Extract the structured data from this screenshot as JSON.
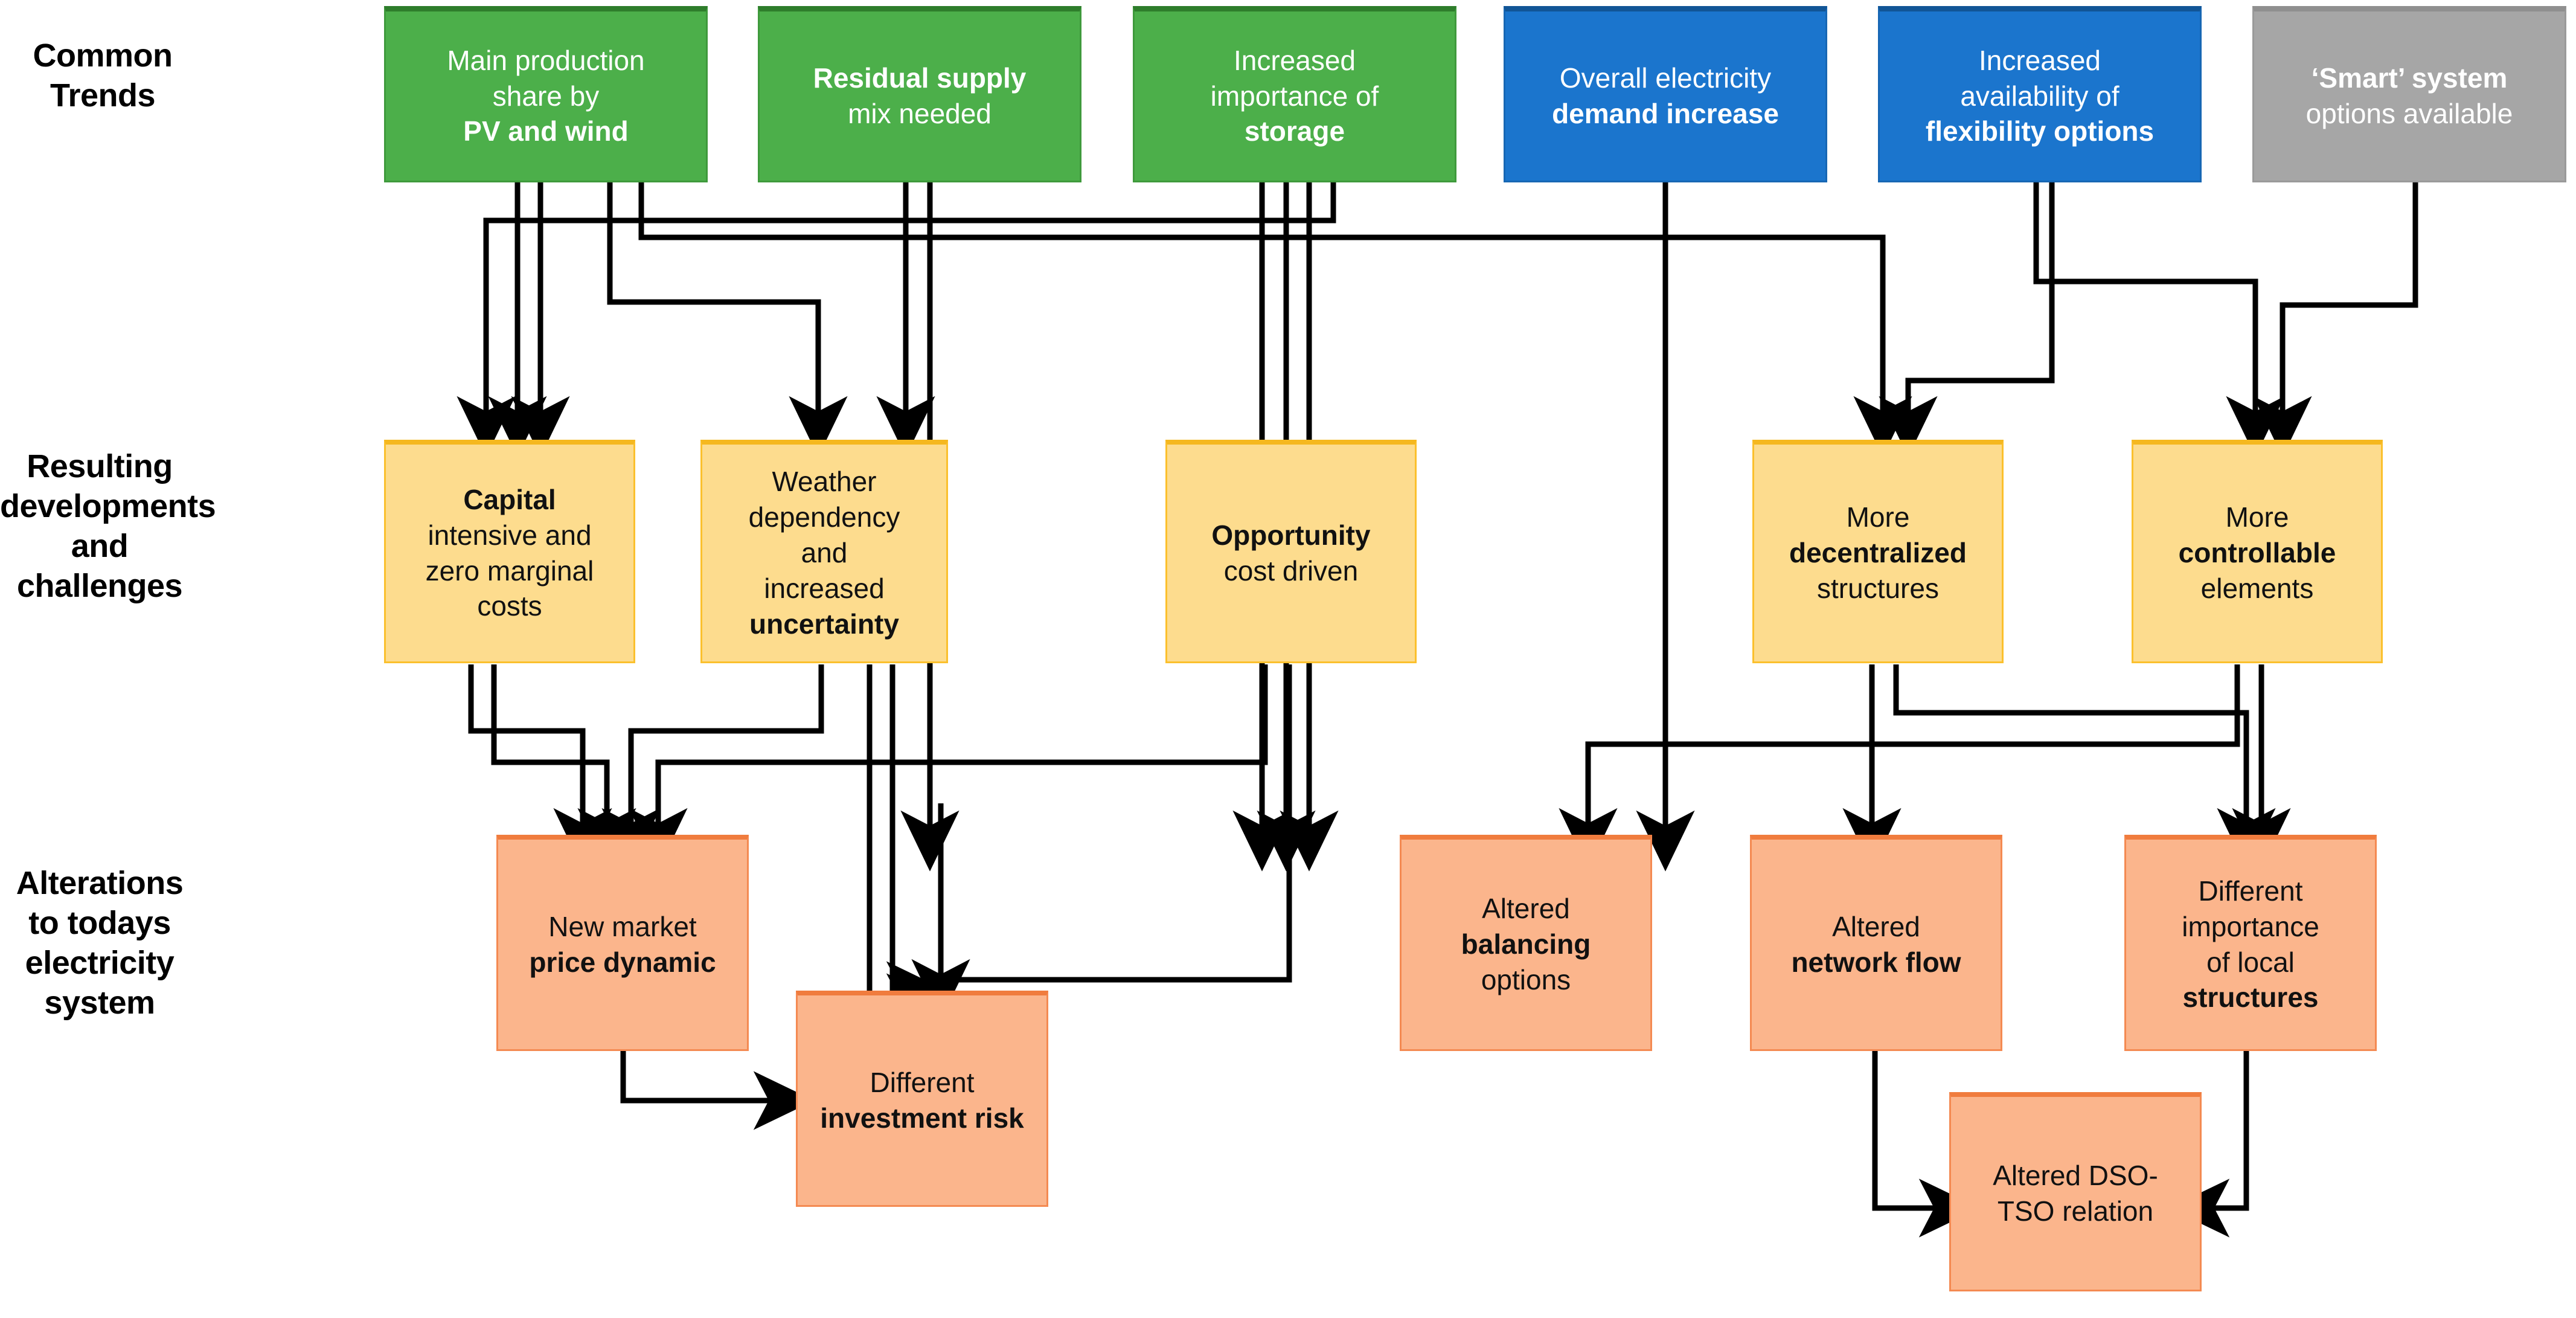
{
  "diagram": {
    "title": "Common trends, resulting developments and alterations to todays electricity system",
    "colors": {
      "green": "#4CAF4A",
      "blue": "#1B75CD",
      "gray": "#A6A6A6",
      "yellow": "#FDDC8E",
      "salmon": "#FBB58C",
      "connector": "#000000",
      "background": "#FFFFFF"
    },
    "row_labels": [
      {
        "id": "row-label-common-trends",
        "text": "Common\nTrends"
      },
      {
        "id": "row-label-resulting-developments",
        "text": "Resulting\ndevelopments\nand\nchallenges"
      },
      {
        "id": "row-label-alterations",
        "text": "Alterations\nto todays\nelectricity\nsystem"
      }
    ],
    "rows": [
      {
        "id": "row-common-trends",
        "label": "Common Trends",
        "nodes": [
          {
            "id": "node-main-production-share",
            "color": "green",
            "lines": [
              {
                "text": "Main production",
                "bold": false
              },
              {
                "text": "share by",
                "bold": false
              },
              {
                "text": "PV and wind",
                "bold": true
              }
            ]
          },
          {
            "id": "node-residual-supply-mix",
            "color": "green",
            "lines": [
              {
                "text": "Residual supply",
                "bold": true
              },
              {
                "text": "mix needed",
                "bold": false
              }
            ]
          },
          {
            "id": "node-increased-importance-storage",
            "color": "green",
            "lines": [
              {
                "text": "Increased",
                "bold": false
              },
              {
                "text": "importance of",
                "bold": false
              },
              {
                "text": "storage",
                "bold": true
              }
            ]
          },
          {
            "id": "node-overall-electricity-demand",
            "color": "blue",
            "lines": [
              {
                "text": "Overall electricity",
                "bold": false
              },
              {
                "text": "demand increase",
                "bold": true
              }
            ]
          },
          {
            "id": "node-increased-flexibility-options",
            "color": "blue",
            "lines": [
              {
                "text": "Increased",
                "bold": false
              },
              {
                "text": "availability of",
                "bold": false
              },
              {
                "text": "flexibility options",
                "bold": true
              }
            ]
          },
          {
            "id": "node-smart-system-options",
            "color": "gray",
            "lines": [
              {
                "text": "‘Smart’ system",
                "bold": true
              },
              {
                "text": "options available",
                "bold": false
              }
            ]
          }
        ]
      },
      {
        "id": "row-resulting-developments",
        "label": "Resulting developments and challenges",
        "nodes": [
          {
            "id": "node-capital-intensive",
            "color": "yellow",
            "lines": [
              {
                "text": "Capital",
                "bold": true
              },
              {
                "text": "intensive and",
                "bold": "partial-lead"
              },
              {
                "text": "zero marginal",
                "bold": false
              },
              {
                "text": "costs",
                "bold": false
              }
            ]
          },
          {
            "id": "node-weather-dependency",
            "color": "yellow",
            "lines": [
              {
                "text": "Weather",
                "bold": false
              },
              {
                "text": "dependency",
                "bold": false
              },
              {
                "text": "and",
                "bold": false
              },
              {
                "text": "increased",
                "bold": false
              },
              {
                "text": "uncertainty",
                "bold": true
              }
            ]
          },
          {
            "id": "node-opportunity-cost-driven",
            "color": "yellow",
            "lines": [
              {
                "text": "Opportunity",
                "bold": true
              },
              {
                "text": "cost driven",
                "bold": "partial-lead"
              }
            ]
          },
          {
            "id": "node-more-decentralized-structures",
            "color": "yellow",
            "lines": [
              {
                "text": "More",
                "bold": false
              },
              {
                "text": "decentralized",
                "bold": true
              },
              {
                "text": "structures",
                "bold": false
              }
            ]
          },
          {
            "id": "node-more-controllable-elements",
            "color": "yellow",
            "lines": [
              {
                "text": "More",
                "bold": false
              },
              {
                "text": "controllable",
                "bold": true
              },
              {
                "text": "elements",
                "bold": false
              }
            ]
          }
        ]
      },
      {
        "id": "row-alterations",
        "label": "Alterations to todays electricity system",
        "nodes": [
          {
            "id": "node-new-market-price-dynamic",
            "color": "salmon",
            "lines": [
              {
                "text": "New market",
                "bold": false
              },
              {
                "text": "price",
                "bold": true
              },
              {
                "text": "dynamic",
                "bold": true
              }
            ]
          },
          {
            "id": "node-different-investment-risk",
            "color": "salmon",
            "lines": [
              {
                "text": "Different",
                "bold": false
              },
              {
                "text": "investment",
                "bold": true
              },
              {
                "text": "risk",
                "bold": true
              }
            ]
          },
          {
            "id": "node-altered-balancing-options",
            "color": "salmon",
            "lines": [
              {
                "text": "Altered",
                "bold": false
              },
              {
                "text": "balancing",
                "bold": true
              },
              {
                "text": "options",
                "bold": false
              }
            ]
          },
          {
            "id": "node-altered-network-flow",
            "color": "salmon",
            "lines": [
              {
                "text": "Altered",
                "bold": false
              },
              {
                "text": "network flow",
                "bold": true
              }
            ]
          },
          {
            "id": "node-different-importance-local-structures",
            "color": "salmon",
            "lines": [
              {
                "text": "Different",
                "bold": false
              },
              {
                "text": "importance",
                "bold": false
              },
              {
                "text": "of local",
                "bold": "partial-trail"
              },
              {
                "text": "structures",
                "bold": true
              }
            ]
          },
          {
            "id": "node-altered-dso-tso-relation",
            "color": "salmon",
            "lines": [
              {
                "text": "Altered DSO-",
                "bold": "partial-trail"
              },
              {
                "text": "TSO relation",
                "bold": false
              }
            ]
          }
        ]
      }
    ],
    "edges": [
      {
        "from": "node-main-production-share",
        "to": "node-capital-intensive"
      },
      {
        "from": "node-main-production-share",
        "to": "node-capital-intensive"
      },
      {
        "from": "node-main-production-share",
        "to": "node-weather-dependency"
      },
      {
        "from": "node-main-production-share",
        "to": "node-more-decentralized-structures"
      },
      {
        "from": "node-residual-supply-mix",
        "to": "node-opportunity-cost-driven"
      },
      {
        "from": "node-residual-supply-mix",
        "to": "node-altered-balancing-options"
      },
      {
        "from": "node-increased-importance-storage",
        "to": "node-capital-intensive"
      },
      {
        "from": "node-increased-importance-storage",
        "to": "node-altered-balancing-options"
      },
      {
        "from": "node-increased-importance-storage",
        "to": "node-more-decentralized-structures"
      },
      {
        "from": "node-increased-importance-storage",
        "to": "node-more-controllable-elements"
      },
      {
        "from": "node-overall-electricity-demand",
        "to": "node-altered-balancing-options"
      },
      {
        "from": "node-increased-flexibility-options",
        "to": "node-more-controllable-elements"
      },
      {
        "from": "node-increased-flexibility-options",
        "to": "node-more-decentralized-structures"
      },
      {
        "from": "node-smart-system-options",
        "to": "node-more-controllable-elements"
      },
      {
        "from": "node-capital-intensive",
        "to": "node-new-market-price-dynamic"
      },
      {
        "from": "node-capital-intensive",
        "to": "node-different-investment-risk"
      },
      {
        "from": "node-weather-dependency",
        "to": "node-new-market-price-dynamic"
      },
      {
        "from": "node-weather-dependency",
        "to": "node-different-investment-risk"
      },
      {
        "from": "node-opportunity-cost-driven",
        "to": "node-new-market-price-dynamic"
      },
      {
        "from": "node-opportunity-cost-driven",
        "to": "node-different-investment-risk"
      },
      {
        "from": "node-more-decentralized-structures",
        "to": "node-altered-network-flow"
      },
      {
        "from": "node-more-decentralized-structures",
        "to": "node-different-importance-local-structures"
      },
      {
        "from": "node-more-controllable-elements",
        "to": "node-altered-balancing-options"
      },
      {
        "from": "node-more-controllable-elements",
        "to": "node-different-importance-local-structures"
      },
      {
        "from": "node-new-market-price-dynamic",
        "to": "node-different-investment-risk"
      },
      {
        "from": "node-altered-network-flow",
        "to": "node-altered-dso-tso-relation"
      },
      {
        "from": "node-different-importance-local-structures",
        "to": "node-altered-dso-tso-relation"
      }
    ]
  }
}
